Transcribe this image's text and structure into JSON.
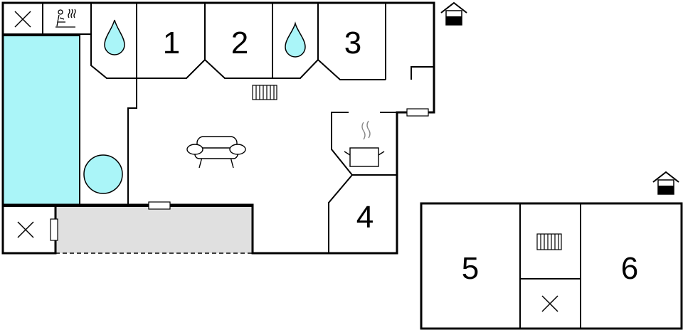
{
  "colors": {
    "pool": "#aaf5f8",
    "terrace": "#e0e0e0",
    "walls": "#000000",
    "background": "#ffffff"
  },
  "rooms": {
    "room_1": "1",
    "room_2": "2",
    "room_3": "3",
    "room_4": "4",
    "room_5": "5",
    "room_6": "6"
  },
  "icons": {
    "sauna": "sauna-icon",
    "shower": "water-drop-icon",
    "toilet": "toilet-cross-icon",
    "radiator": "radiator-icon",
    "sofa": "sofa-icon",
    "kitchen": "cooking-pot-icon",
    "entrance": "house-entrance-icon",
    "whirlpool": "hot-tub-icon",
    "window": "window-icon"
  }
}
